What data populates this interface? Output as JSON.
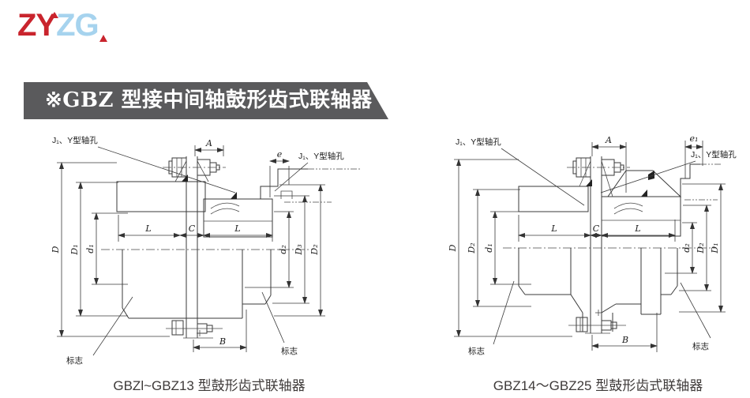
{
  "logo": {
    "part1": "ZY",
    "part2": "ZG"
  },
  "banner": {
    "title": "※GBZ 型接中间轴鼓形齿式联轴器"
  },
  "colors": {
    "logo_red": "#c9242d",
    "logo_blue": "#a6d3ee",
    "banner_gray": "#5a5a5c",
    "line": "#3a3a3a",
    "caption_text": "#3e3a39"
  },
  "drawings": [
    {
      "caption": "GBZl~GBZ13 型鼓形齿式联轴器",
      "labels": {
        "hole_left": "J₁、Y型轴孔",
        "hole_right": "J₁、Y型轴孔",
        "dim_A": "A",
        "dim_e": "e",
        "dim_L_left": "L",
        "dim_C": "C",
        "dim_L_right": "L",
        "dim_B": "B",
        "dim_D": "D",
        "dim_D1": "D₁",
        "dim_d1": "d₁",
        "dim_d2": "d₂",
        "dim_D3": "D₃",
        "dim_D2": "D₂",
        "mark_left": "标志",
        "mark_right": "标志"
      }
    },
    {
      "caption": "GBZ14～GBZ25 型鼓形齿式联轴器",
      "labels": {
        "hole_left": "J₁、Y型轴孔",
        "hole_right": "J₁、Y型轴孔",
        "dim_A": "A",
        "dim_e1": "e₁",
        "dim_L_left": "L",
        "dim_C": "C",
        "dim_L_right": "L",
        "dim_B": "B",
        "dim_D": "D",
        "dim_D2_left": "D₂",
        "dim_d1": "d₁",
        "dim_d2": "d₂",
        "dim_D2_right": "D₂",
        "dim_D1": "D₁",
        "mark_left": "标志",
        "mark_right": "标志"
      }
    }
  ]
}
